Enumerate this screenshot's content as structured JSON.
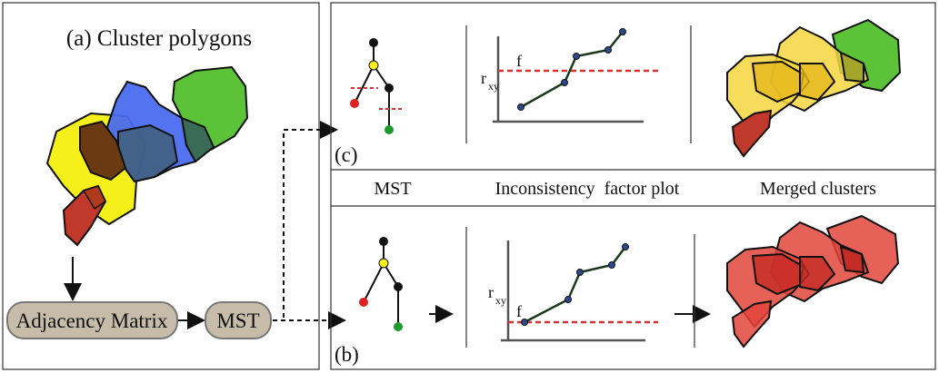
{
  "left_panel": {
    "title": "(a) Cluster polygons",
    "box_adjacency": "Adjacency Matrix",
    "box_mst": "MST"
  },
  "panel_c": {
    "tag": "(c)",
    "threshold_label": "f",
    "axis_label_main": "r",
    "axis_label_sub": "xy"
  },
  "caption_row": {
    "mst": "MST",
    "inconsistency": "Inconsistency  factor plot",
    "merged": "Merged clusters"
  },
  "panel_b": {
    "tag": "(b)",
    "threshold_label": "f",
    "axis_label_main": "r",
    "axis_label_sub": "xy"
  },
  "colors": {
    "yellow": "#f5ef1a",
    "blue": "#4a6cf0",
    "green": "#5cc338",
    "brown": "#6b3a12",
    "red": "#c0392b",
    "threshold": "#d93030",
    "node_blue": "#2c4a8a",
    "pill": "#c7bba9"
  }
}
